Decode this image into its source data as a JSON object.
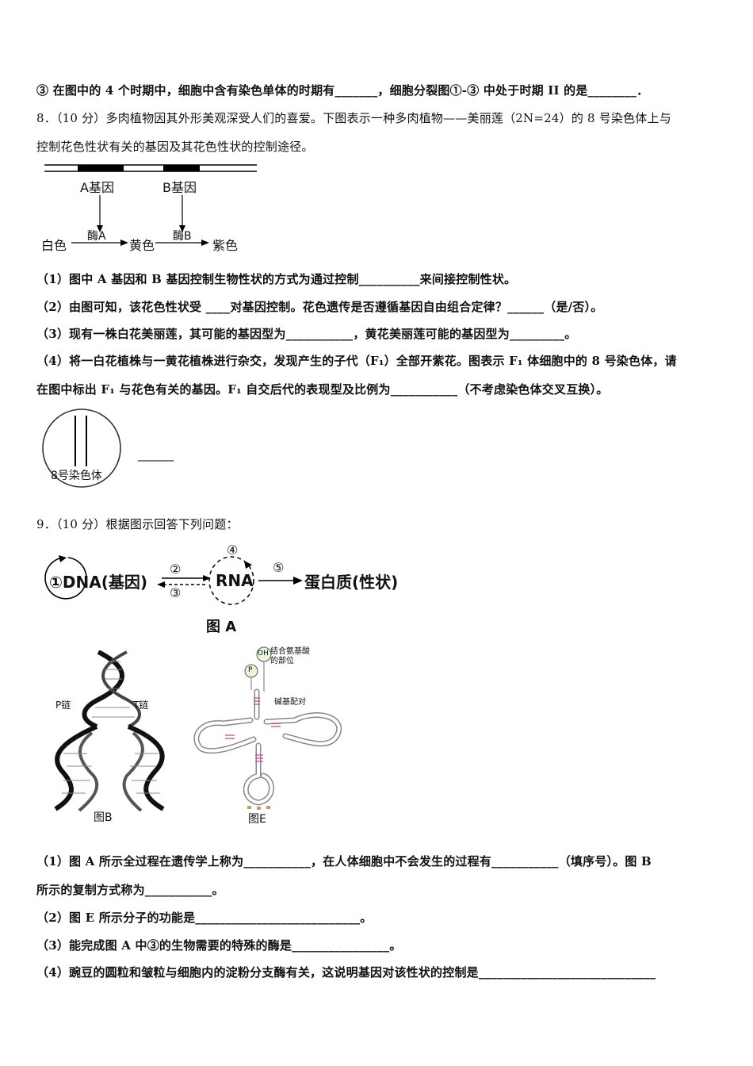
{
  "lines": {
    "q7_3": "③ 在图中的 4 个时期中，细胞中含有染色单体的时期有_______，细胞分裂图①-③ 中处于时期 II 的是________．",
    "q8_head_1": "8．（10 分）多肉植物因其外形美观深受人们的喜爱。下图表示一种多肉植物——美丽莲（2N=24）的 8 号染色体上与",
    "q8_head_2": "控制花色性状有关的基因及其花色性状的控制途径。",
    "q8_1": "（1）图中 A 基因和 B 基因控制生物性状的方式为通过控制__________来间接控制性状。",
    "q8_2": "（2）由图可知，该花色性状受 ____对基因控制。花色遗传是否遵循基因自由组合定律？______（是/否）。",
    "q8_3": "（3）现有一株白花美丽莲，其可能的基因型为___________，黄花美丽莲可能的基因型为_________。",
    "q8_4a": "（4）将一白花植株与一黄花植株进行杂交，发现产生的子代（F₁）全部开紫花。图表示 F₁ 体细胞中的 8 号染色体，请",
    "q8_4b": "在图中标出 F₁ 与花色有关的基因。F₁ 自交后代的表现型及比例为___________（不考虑染色体交叉互换）。",
    "q9_head": "9．（10 分）根据图示回答下列问题：",
    "q9_1a": "（1）图 A 所示全过程在遗传学上称为___________，在人体细胞中不会发生的过程有___________（填序号）。图 B",
    "q9_1b": "所示的复制方式称为___________。",
    "q9_2": "（2）图 E 所示分子的功能是___________________________。",
    "q9_3": "（3）能完成图 A 中③的生物需要的特殊的酶是________________。",
    "q9_4": "（4）豌豆的圆粒和皱粒与细胞内的淀粉分支酶有关，这说明基因对该性状的控制是_____________________________"
  },
  "pathway": {
    "gene_a": "A基因",
    "gene_b": "B基因",
    "white": "白色",
    "enzyme_a": "酶A",
    "yellow": "黄色",
    "enzyme_b": "酶B",
    "purple": "紫色"
  },
  "chromosome_fig": {
    "label": "8号染色体",
    "answer_blank": "______"
  },
  "fig_a": {
    "dna": "①DNA(基因)",
    "n2": "②",
    "n3": "③",
    "n4": "④",
    "rna": "RNA",
    "n5": "⑤",
    "protein": "蛋白质(性状)",
    "caption": "图 A"
  },
  "fig_b": {
    "p_chain": "P链",
    "t_chain": "T链",
    "caption": "图B"
  },
  "fig_e": {
    "oh": "OH",
    "p": "P",
    "aa_site_1": "结合氨基酸",
    "aa_site_2": "的部位",
    "base_pair": "碱基配对",
    "caption": "图E"
  }
}
